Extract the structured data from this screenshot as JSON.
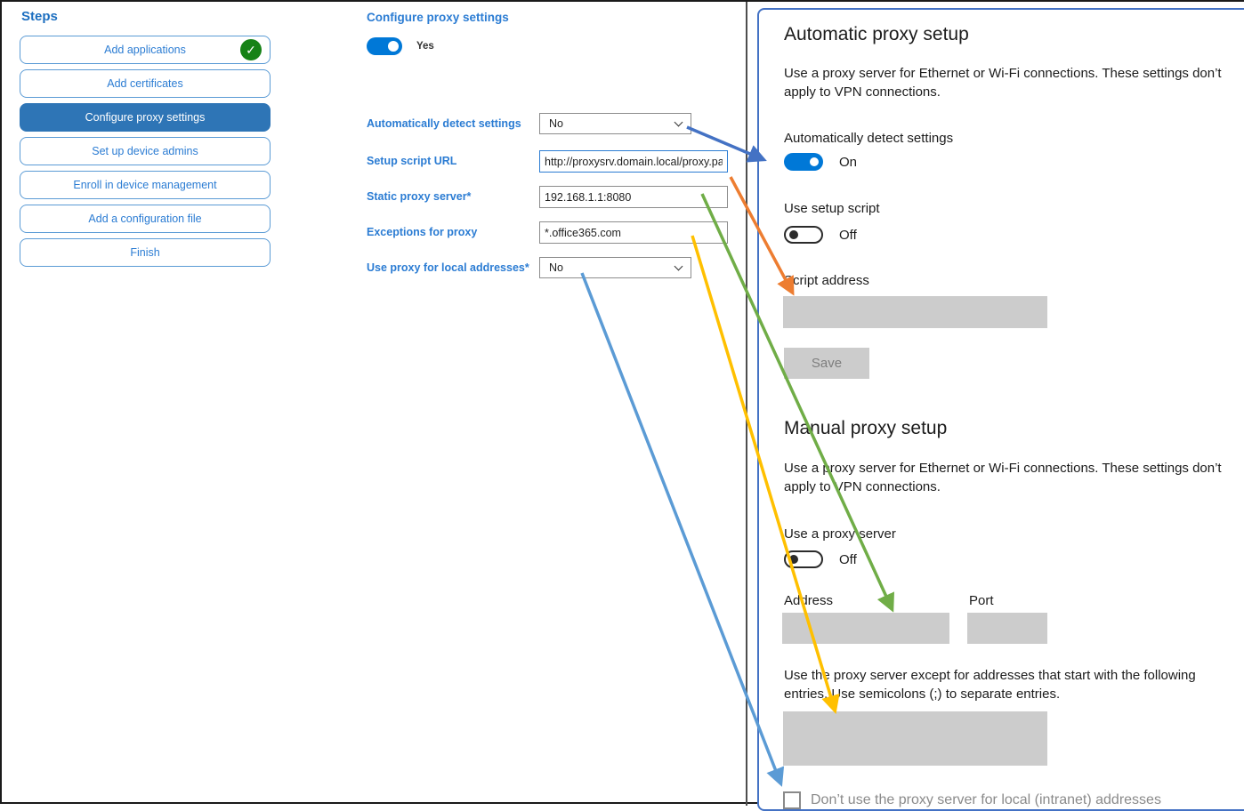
{
  "sidebar": {
    "title": "Steps",
    "items": [
      {
        "label": "Add applications",
        "completed": true
      },
      {
        "label": "Add certificates"
      },
      {
        "label": "Configure proxy settings",
        "active": true
      },
      {
        "label": "Set up device admins"
      },
      {
        "label": "Enroll in device management"
      },
      {
        "label": "Add a configuration file"
      },
      {
        "label": "Finish"
      }
    ],
    "check_icon": "✓"
  },
  "form": {
    "title": "Configure proxy settings",
    "enabled_toggle_state": "Yes",
    "fields": [
      {
        "label": "Automatically detect settings",
        "type": "select",
        "value": "No"
      },
      {
        "label": "Setup script URL",
        "type": "text",
        "value": "http://proxysrv.domain.local/proxy.pa"
      },
      {
        "label": "Static proxy server*",
        "type": "text",
        "value": "192.168.1.1:8080"
      },
      {
        "label": "Exceptions for proxy",
        "type": "text",
        "value": "*.office365.com"
      },
      {
        "label": "Use proxy for local addresses*",
        "type": "select",
        "value": "No"
      }
    ]
  },
  "settings_panel": {
    "automatic": {
      "title": "Automatic proxy setup",
      "description": "Use a proxy server for Ethernet or Wi-Fi connections. These settings don’t apply to VPN connections.",
      "detect_label": "Automatically detect settings",
      "detect_state": "On",
      "script_toggle_label": "Use setup script",
      "script_toggle_state": "Off",
      "script_address_label": "Script address",
      "save_label": "Save"
    },
    "manual": {
      "title": "Manual proxy setup",
      "description": "Use a proxy server for Ethernet or Wi-Fi connections. These settings don’t apply to VPN connections.",
      "proxy_toggle_label": "Use a proxy server",
      "proxy_toggle_state": "Off",
      "address_label": "Address",
      "port_label": "Port",
      "exceptions_text": "Use the proxy server except for addresses that start with the following entries. Use semicolons (;) to separate entries.",
      "local_checkbox_label": "Don’t use the proxy server for local (intranet) addresses"
    }
  },
  "colors": {
    "accent_toggle_on": "#0078d7",
    "active_step": "#2e75b6",
    "step_border": "#5b9bd5",
    "completed_check_green": "#168216",
    "panel_border": "#4472c4",
    "arrow_detect_settings": "#4472c4",
    "arrow_setup_script": "#ed7d31",
    "arrow_static_proxy": "#70ad47",
    "arrow_exceptions": "#ffc000",
    "arrow_local_addresses": "#5b9bd5"
  }
}
